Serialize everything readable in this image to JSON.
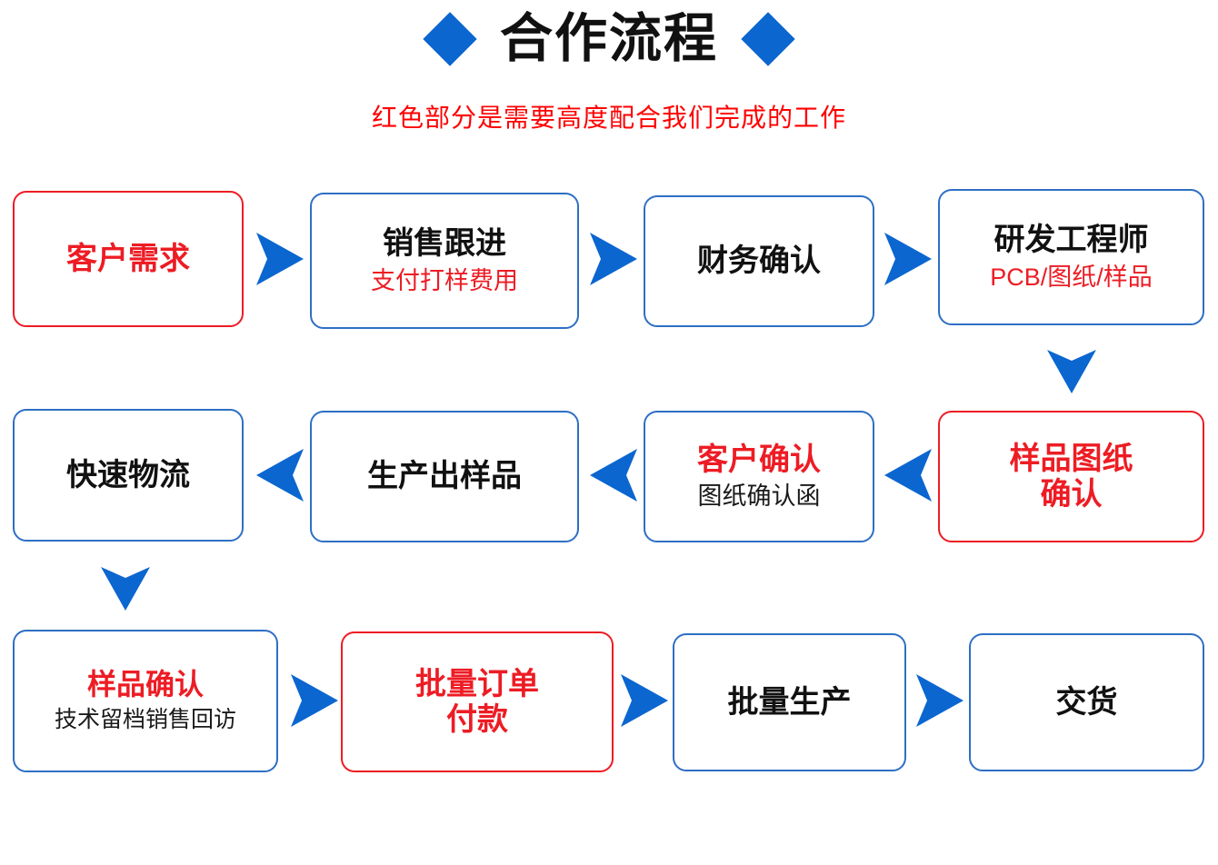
{
  "header": {
    "title": "合作流程",
    "subtitle": "红色部分是需要高度配合我们完成的工作",
    "left_diamond": "diamond-bullet",
    "right_diamond": "diamond-bullet"
  },
  "colors": {
    "accent_blue": "#0B66D0",
    "border_blue": "#2E6FC4",
    "accent_red": "#ED1C24",
    "text_black": "#111111",
    "background": "#FFFFFF"
  },
  "flow": {
    "rows": [
      {
        "direction": "left-to-right",
        "nodes": [
          {
            "id": "customer-requirement",
            "main": "客户需求",
            "main_color": "red",
            "sub": "",
            "sub_color": "",
            "border": "red"
          },
          {
            "id": "sales-follow-up",
            "main": "销售跟进",
            "main_color": "black",
            "sub": "支付打样费用",
            "sub_color": "red",
            "border": "blue"
          },
          {
            "id": "finance-confirm",
            "main": "财务确认",
            "main_color": "black",
            "sub": "",
            "sub_color": "",
            "border": "blue"
          },
          {
            "id": "rd-engineer",
            "main": "研发工程师",
            "main_color": "black",
            "sub": "PCB/图纸/样品",
            "sub_color": "red",
            "border": "blue"
          }
        ]
      },
      {
        "direction": "right-to-left",
        "nodes": [
          {
            "id": "fast-logistics",
            "main": "快速物流",
            "main_color": "black",
            "sub": "",
            "sub_color": "",
            "border": "blue"
          },
          {
            "id": "produce-sample",
            "main": "生产出样品",
            "main_color": "black",
            "sub": "",
            "sub_color": "",
            "border": "blue"
          },
          {
            "id": "customer-confirm",
            "main": "客户确认",
            "main_color": "red",
            "sub": "图纸确认函",
            "sub_color": "black",
            "border": "blue"
          },
          {
            "id": "sample-drawing-confirm",
            "main": "样品图纸\n确认",
            "main_color": "red",
            "sub": "",
            "sub_color": "",
            "border": "red"
          }
        ]
      },
      {
        "direction": "left-to-right",
        "nodes": [
          {
            "id": "sample-confirm",
            "main": "样品确认",
            "main_color": "red",
            "sub": "技术留档销售回访",
            "sub_color": "black",
            "border": "blue"
          },
          {
            "id": "bulk-order-payment",
            "main": "批量订单\n付款",
            "main_color": "red",
            "sub": "",
            "sub_color": "",
            "border": "red"
          },
          {
            "id": "bulk-production",
            "main": "批量生产",
            "main_color": "black",
            "sub": "",
            "sub_color": "",
            "border": "blue"
          },
          {
            "id": "delivery",
            "main": "交货",
            "main_color": "black",
            "sub": "",
            "sub_color": "",
            "border": "blue"
          }
        ]
      }
    ],
    "connectors": [
      {
        "id": "arrow-req-to-sales",
        "type": "right"
      },
      {
        "id": "arrow-sales-to-finance",
        "type": "right"
      },
      {
        "id": "arrow-finance-to-rd",
        "type": "right"
      },
      {
        "id": "arrow-rd-to-sampledrawing",
        "type": "down"
      },
      {
        "id": "arrow-sampledrawing-to-custconfirm",
        "type": "left"
      },
      {
        "id": "arrow-custconfirm-to-sample",
        "type": "left"
      },
      {
        "id": "arrow-sample-to-logistics",
        "type": "left"
      },
      {
        "id": "arrow-logistics-to-sampleconfirm",
        "type": "down"
      },
      {
        "id": "arrow-sampleconfirm-to-bulkorder",
        "type": "right"
      },
      {
        "id": "arrow-bulkorder-to-bulkprod",
        "type": "right"
      },
      {
        "id": "arrow-bulkprod-to-delivery",
        "type": "right"
      }
    ]
  }
}
